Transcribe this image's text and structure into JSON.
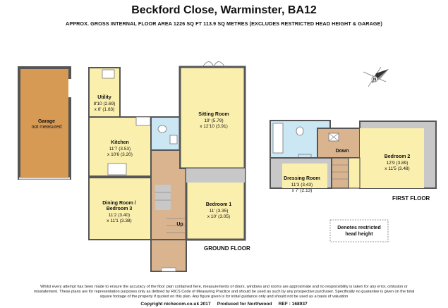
{
  "header": {
    "title": "Beckford Close, Warminster, BA12",
    "subtitle": "APPROX. GROSS INTERNAL FLOOR AREA 1226 SQ FT 113.9 SQ METRES (EXCLUDES RESTRICTED HEAD HEIGHT & GARAGE)"
  },
  "garage": {
    "name": "Garage",
    "note": "not measured"
  },
  "ground_floor": {
    "label": "GROUND FLOOR",
    "utility": {
      "name": "Utility",
      "dim1": "8'10 (2.69)",
      "dim2": "x 6' (1.83)"
    },
    "kitchen": {
      "name": "Kitchen",
      "dim1": "11'7 (3.53)",
      "dim2": "x 10'6 (3.20)"
    },
    "sitting": {
      "name": "Sitting Room",
      "dim1": "19' (5.79)",
      "dim2": "x 12'10 (3.91)"
    },
    "dining": {
      "name1": "Dining Room /",
      "name2": "Bedroom 3",
      "dim1": "11'2 (3.40)",
      "dim2": "x 11'1 (3.38)"
    },
    "bedroom1": {
      "name": "Bedroom 1",
      "dim1": "11' (3.35)",
      "dim2": "x 10' (3.05)"
    },
    "stairs": "Up"
  },
  "first_floor": {
    "label": "FIRST FLOOR",
    "bedroom2": {
      "name": "Bedroom 2",
      "dim1": "12'9 (3.89)",
      "dim2": "x 11'5 (3.48)"
    },
    "dressing": {
      "name": "Dressing Room",
      "dim1": "11'3 (3.43)",
      "dim2": "x 7' (2.13)"
    },
    "stairs": "Down"
  },
  "restricted_note": {
    "line1": "Denotes restricted",
    "line2": "head height"
  },
  "compass": {
    "letter": "N"
  },
  "footer": {
    "disclaimer": "Whilst every attempt has been made to ensure the accuracy of the floor plan contained here, measurements of doors, windows and rooms are approximate and no responsibility is taken for any error, omission or misstatement. These plans are for representation purposes only as defined by RICS Code of Measuring Practice and should be used as such by any prospective purchaser. Specifically no guarantee is given on the total square footage of the property if quoted on this plan. Any figure given is for initial guidance only and should not be used as a basis of valuation",
    "copyright": "Copyright nichecom.co.uk 2017",
    "produced": "Produced for Northwood",
    "ref": "REF : 168937"
  },
  "colors": {
    "garage": "#d79a55",
    "room": "#fbefae",
    "bathroom": "#cbe7f3",
    "hallway": "#d9b48f",
    "wall": "#444444",
    "restricted": "#c8c8c8"
  }
}
